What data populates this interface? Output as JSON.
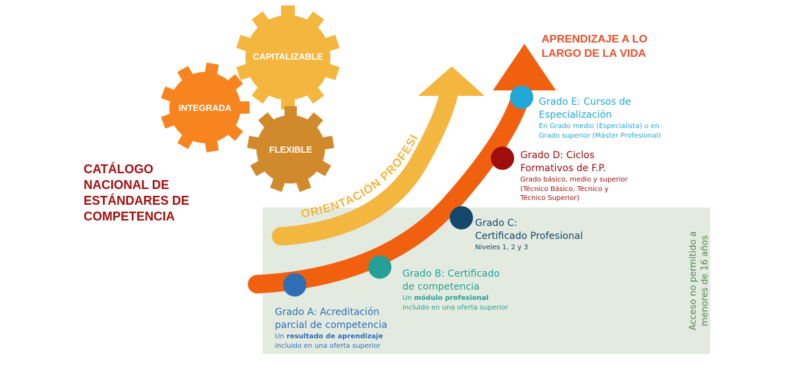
{
  "catalog_title": [
    "CATÁLOGO",
    "NACIONAL DE",
    "ESTÁNDARES DE",
    "COMPETENCIA"
  ],
  "gears": {
    "capitalizable": "CAPITALIZABLE",
    "integrada": "INTEGRADA",
    "flexible": "FLEXIBLE"
  },
  "orientation_label": "ORIENTACIÓN PROFESIONAL",
  "lifelong_title": [
    "APRENDIZAJE A LO",
    "LARGO DE LA VIDA"
  ],
  "access_note": [
    "Acceso no permitido a",
    "menores de 16 años"
  ],
  "grades": {
    "a": {
      "name": [
        "Grado A: Acreditación",
        "parcial de competencia"
      ],
      "sub_prefix": "Un",
      "sub_bold": "resultado de aprendizaje",
      "sub_rest": "incluido en una oferta superior"
    },
    "b": {
      "name": [
        "Grado B: Certificado",
        "de competencia"
      ],
      "sub_prefix": "Un",
      "sub_bold": "módulo profesional",
      "sub_rest": "incluido en una oferta superior"
    },
    "c": {
      "name": [
        "Grado C:",
        "Certificado Profesional"
      ],
      "sub": [
        "Niveles 1, 2 y 3"
      ]
    },
    "d": {
      "name": [
        "Grado D: Ciclos",
        "Formativos de F.P."
      ],
      "sub": [
        "Grado básico, medio y superior",
        "(Técnico Básico, Técnico y",
        "Técnico Superior)"
      ]
    },
    "e": {
      "name": [
        "Grado E: Cursos de",
        "Especialización"
      ],
      "sub": [
        "En Grado medio (Especialista) o en",
        "Grado superior (Máster Profesional)"
      ]
    }
  },
  "colors": {
    "orange": "#f0600f",
    "yellow": "#f3b63f",
    "gear_orange": "#f7841f",
    "gear_brown": "#d08a2c",
    "dark_red": "#a50f0f",
    "green_box": "#e3ebe1",
    "grade_a": "#2f6db5",
    "grade_b": "#26a096",
    "grade_c": "#13476b",
    "grade_d": "#a00d0d",
    "grade_e": "#1fa8d8",
    "title_red": "#ea4f2a"
  }
}
